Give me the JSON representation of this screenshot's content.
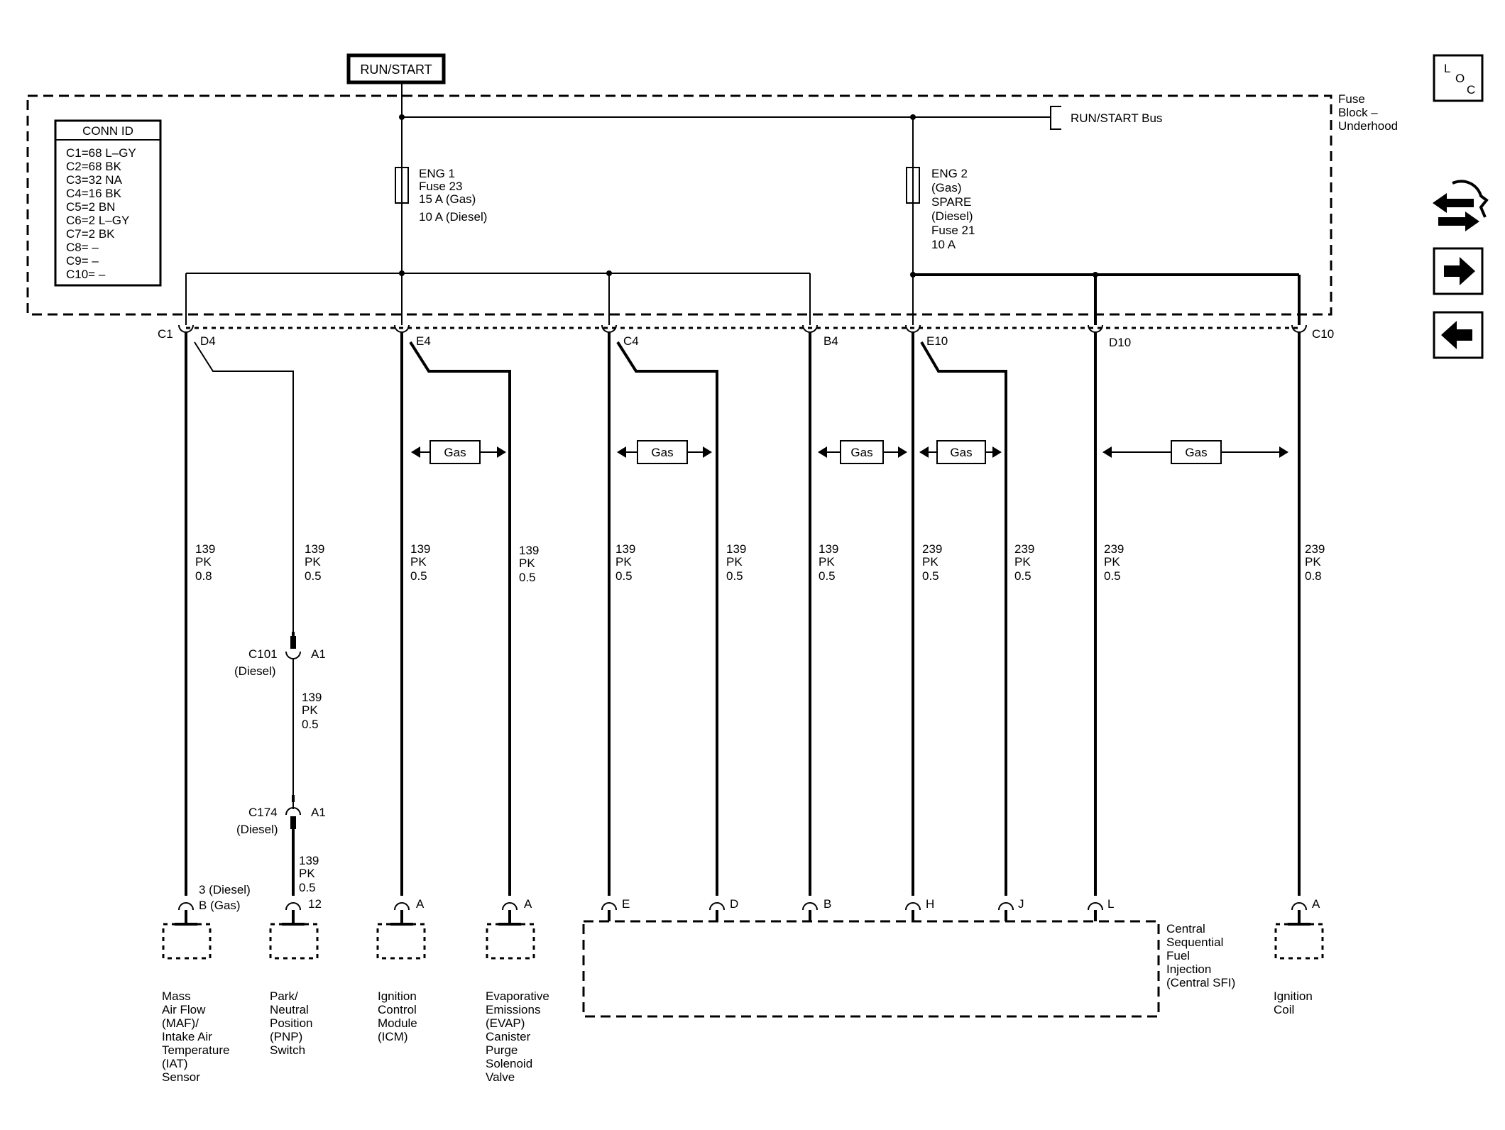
{
  "header": {
    "run_start": "RUN/START"
  },
  "fuse_block": {
    "label": [
      "Fuse",
      "Block –",
      "Underhood"
    ],
    "bus_label": "RUN/START Bus",
    "fuse1": [
      "ENG 1",
      "Fuse 23",
      "15 A (Gas)",
      "10 A (Diesel)"
    ],
    "fuse2": [
      "ENG 2",
      "(Gas)",
      "SPARE",
      "(Diesel)",
      "Fuse 21",
      "10 A"
    ]
  },
  "conn_id": {
    "title": "CONN ID",
    "rows": [
      "C1=68 L–GY",
      "C2=68 BK",
      "C3=32 NA",
      "C4=16 BK",
      "C5=2 BN",
      "C6=2 L–GY",
      "C7=2 BK",
      "C8= –",
      "C9= –",
      "C10= –"
    ]
  },
  "top_connectors": {
    "c1": "C1",
    "d4": "D4",
    "e4": "E4",
    "c4": "C4",
    "b4": "B4",
    "e10": "E10",
    "d10": "D10",
    "c10": "C10"
  },
  "gas_tag": "Gas",
  "wires": {
    "w1": [
      "139",
      "PK",
      "0.8"
    ],
    "w2": [
      "139",
      "PK",
      "0.5"
    ],
    "w3": [
      "139",
      "PK",
      "0.5"
    ],
    "w4": [
      "139",
      "PK",
      "0.5"
    ],
    "w5": [
      "139",
      "PK",
      "0.5"
    ],
    "w6": [
      "139",
      "PK",
      "0.5"
    ],
    "w7": [
      "139",
      "PK",
      "0.5"
    ],
    "w8": [
      "239",
      "PK",
      "0.5"
    ],
    "w9": [
      "239",
      "PK",
      "0.5"
    ],
    "w10": [
      "239",
      "PK",
      "0.5"
    ],
    "w11": [
      "239",
      "PK",
      "0.8"
    ],
    "w_mid": [
      "139",
      "PK",
      "0.5"
    ],
    "w_low": [
      "139",
      "PK",
      "0.5"
    ]
  },
  "inline_connectors": {
    "c101": "C101",
    "c101_pin": "A1",
    "c101_note": "(Diesel)",
    "c174": "C174",
    "c174_pin": "A1",
    "c174_note": "(Diesel)"
  },
  "pins": {
    "maf_a": "3 (Diesel)",
    "maf_b": "B (Gas)",
    "pnp": "12",
    "icm": "A",
    "evap": "A",
    "sfi_e": "E",
    "sfi_d": "D",
    "sfi_b": "B",
    "sfi_h": "H",
    "sfi_j": "J",
    "sfi_l": "L",
    "coil": "A"
  },
  "components": {
    "maf": [
      "Mass",
      "Air Flow",
      "(MAF)/",
      "Intake Air",
      "Temperature",
      "(IAT)",
      "Sensor"
    ],
    "pnp": [
      "Park/",
      "Neutral",
      "Position",
      "(PNP)",
      "Switch"
    ],
    "icm": [
      "Ignition",
      "Control",
      "Module",
      "(ICM)"
    ],
    "evap": [
      "Evaporative",
      "Emissions",
      "(EVAP)",
      "Canister",
      "Purge",
      "Solenoid",
      "Valve"
    ],
    "sfi": [
      "Central",
      "Sequential",
      "Fuel",
      "Injection",
      "(Central SFI)"
    ],
    "coil": [
      "Ignition",
      "Coil"
    ]
  },
  "nav": {
    "loc_l": "L",
    "loc_o": "O",
    "loc_c": "C"
  }
}
